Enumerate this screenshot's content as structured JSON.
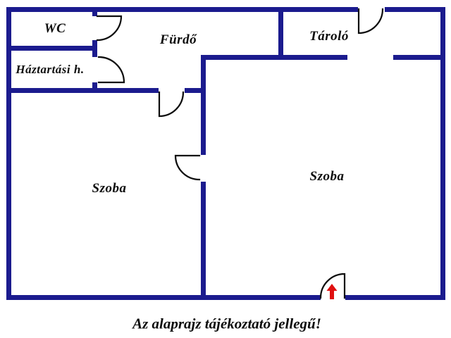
{
  "floorplan": {
    "rooms": {
      "wc": {
        "label": "WC"
      },
      "haztartasi": {
        "label": "Háztartási h."
      },
      "furdo": {
        "label": "Fürdő"
      },
      "tarolo": {
        "label": "Tároló"
      },
      "szoba_left": {
        "label": "Szoba"
      },
      "szoba_right": {
        "label": "Szoba"
      }
    },
    "caption": "Az alaprajz tájékoztató jellegű!",
    "entrance": {
      "marker": "red-arrow-up"
    },
    "colors": {
      "wall": "#1b1b8e",
      "door_line": "#0d0d0d",
      "text": "#0d0d0d",
      "entrance_arrow": "#e01010",
      "background": "#ffffff"
    }
  }
}
